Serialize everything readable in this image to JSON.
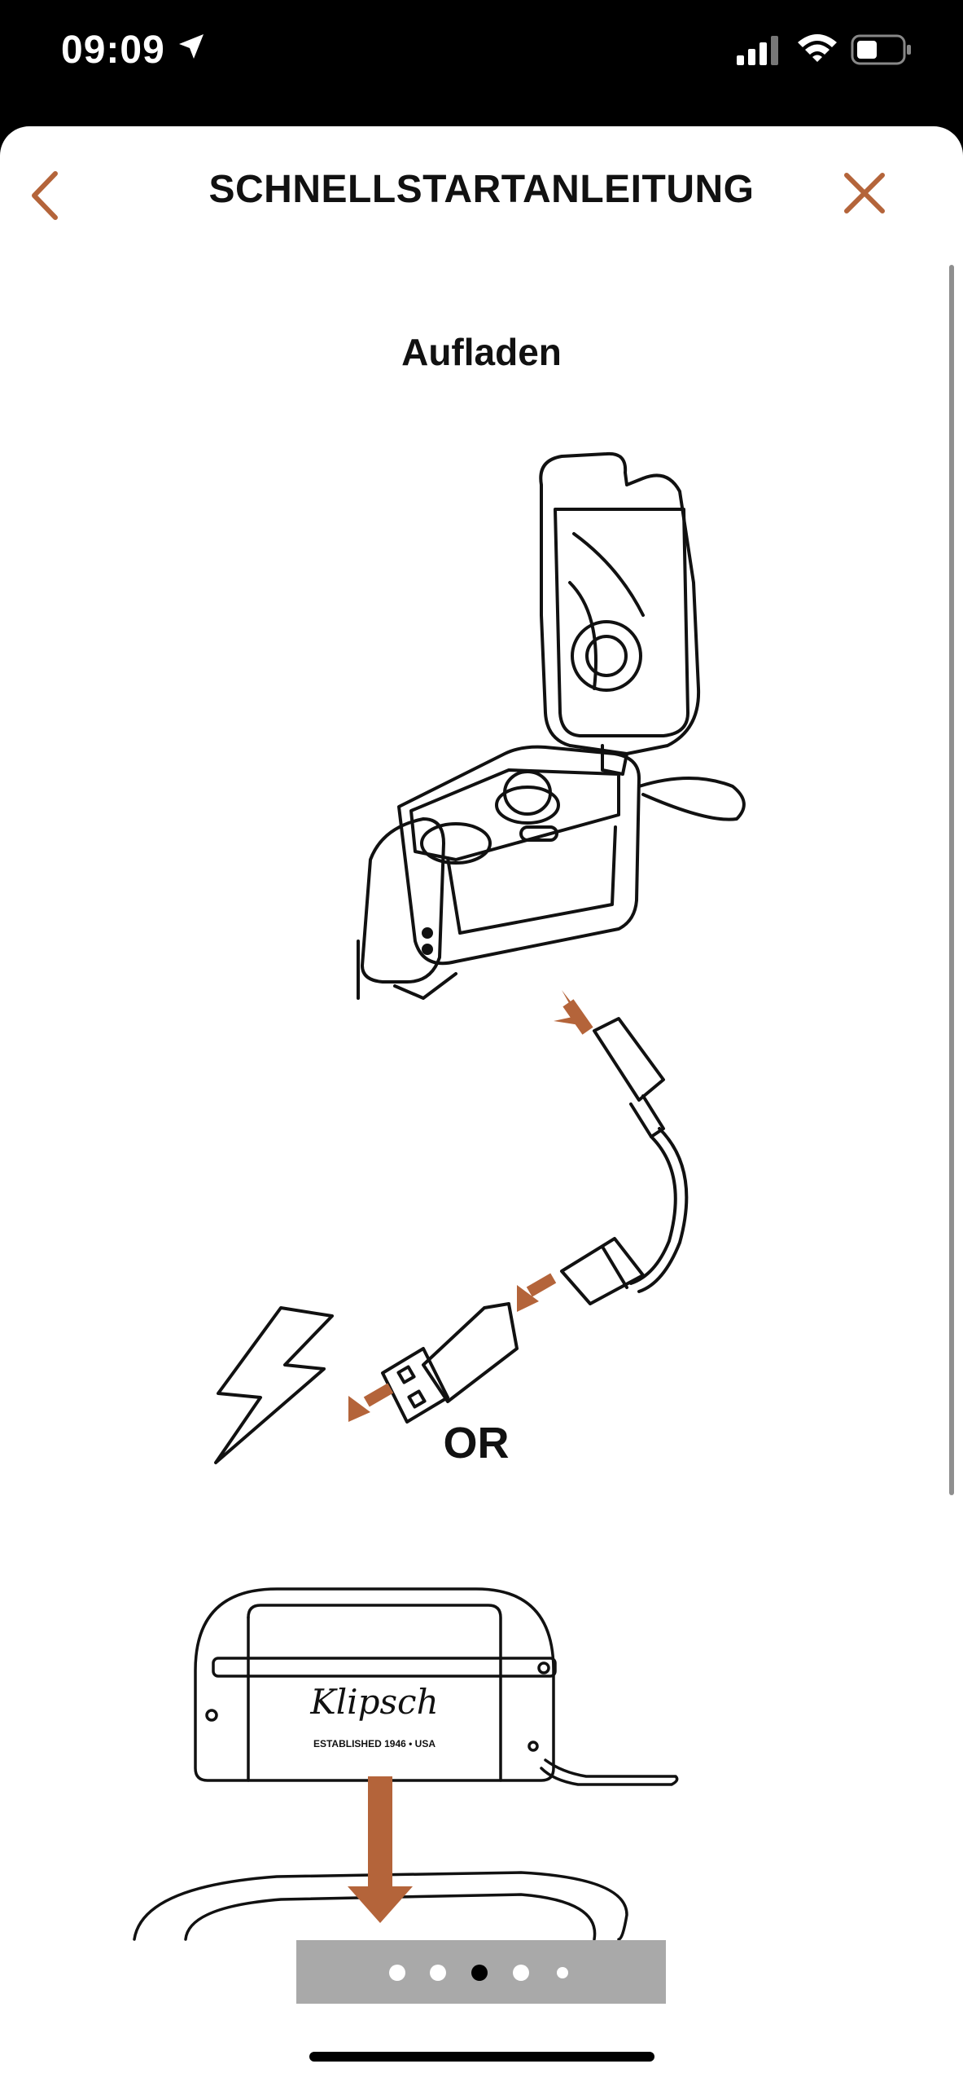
{
  "status_bar": {
    "time": "09:09"
  },
  "header": {
    "title": "SCHNELLSTARTANLEITUNG"
  },
  "content": {
    "section_title": "Aufladen",
    "or_label": "OR",
    "case_brand": "Klipsch",
    "case_tagline": "ESTABLISHED 1946 • USA"
  },
  "pager": {
    "total": 5,
    "active_index": 2
  },
  "colors": {
    "accent": "#b4643a",
    "line": "#111111"
  },
  "icons": {
    "back": "chevron-left-icon",
    "close": "close-icon",
    "location": "location-arrow-icon",
    "signal": "signal-bars-icon",
    "wifi": "wifi-icon",
    "battery": "battery-icon"
  }
}
